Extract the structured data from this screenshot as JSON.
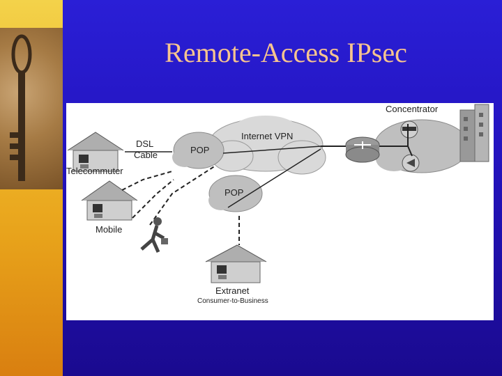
{
  "slide": {
    "title": "Remote-Access IPsec"
  },
  "diagram": {
    "labels": {
      "concentrator": "Concentrator",
      "internet_vpn": "Internet VPN",
      "dsl": "DSL",
      "cable": "Cable",
      "pop_top": "POP",
      "pop_bottom": "POP",
      "telecommuter": "Telecommuter",
      "mobile": "Mobile",
      "extranet": "Extranet",
      "consumer_to_business": "Consumer-to-Business"
    }
  }
}
